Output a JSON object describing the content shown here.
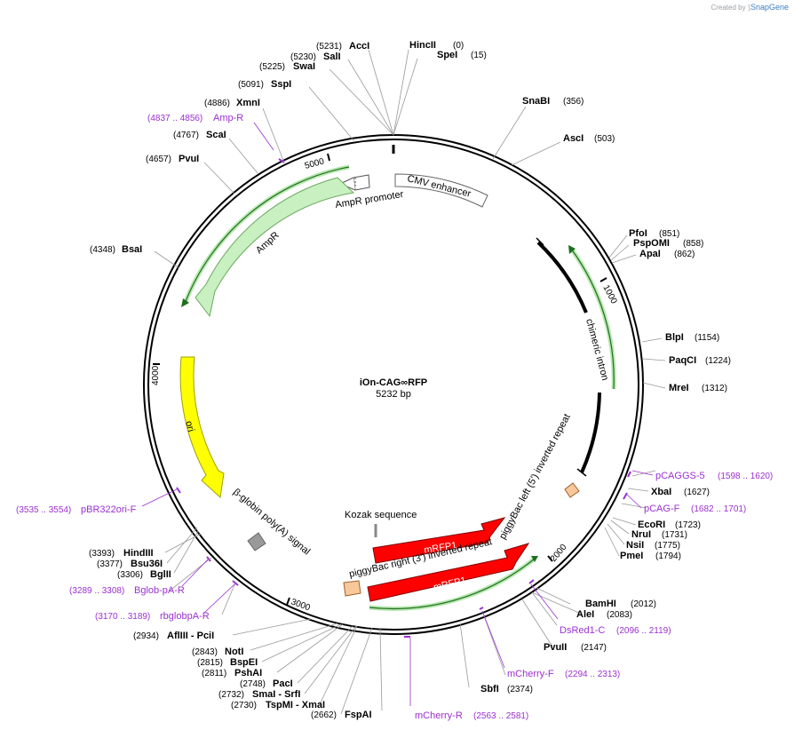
{
  "credit": {
    "created_by": "Created by",
    "brand": "SnapGene"
  },
  "plasmid": {
    "name": "iOn-CAG∞RFP",
    "size": "5232 bp"
  },
  "ticks": [
    "1000",
    "2000",
    "3000",
    "4000",
    "5000"
  ],
  "sites_right": [
    {
      "name": "HincII",
      "pos": "(0)"
    },
    {
      "name": "SpeI",
      "pos": "(15)"
    },
    {
      "name": "SnaBI",
      "pos": "(356)"
    },
    {
      "name": "AscI",
      "pos": "(503)"
    },
    {
      "name": "PfoI",
      "pos": "(851)"
    },
    {
      "name": "PspOMI",
      "pos": "(858)"
    },
    {
      "name": "ApaI",
      "pos": "(862)"
    },
    {
      "name": "BlpI",
      "pos": "(1154)"
    },
    {
      "name": "PaqCI",
      "pos": "(1224)"
    },
    {
      "name": "MreI",
      "pos": "(1312)"
    },
    {
      "name": "XbaI",
      "pos": "(1627)"
    },
    {
      "name": "EcoRI",
      "pos": "(1723)"
    },
    {
      "name": "NruI",
      "pos": "(1731)"
    },
    {
      "name": "NsiI",
      "pos": "(1775)"
    },
    {
      "name": "PmeI",
      "pos": "(1794)"
    },
    {
      "name": "BamHI",
      "pos": "(2012)"
    },
    {
      "name": "AleI",
      "pos": "(2083)"
    },
    {
      "name": "PvuII",
      "pos": "(2147)"
    },
    {
      "name": "SbfI",
      "pos": "(2374)"
    }
  ],
  "sites_left": [
    {
      "name": "AccI",
      "pos": "(5231)"
    },
    {
      "name": "SalI",
      "pos": "(5230)"
    },
    {
      "name": "SwaI",
      "pos": "(5225)"
    },
    {
      "name": "SspI",
      "pos": "(5091)"
    },
    {
      "name": "XmnI",
      "pos": "(4886)"
    },
    {
      "name": "ScaI",
      "pos": "(4767)"
    },
    {
      "name": "PvuI",
      "pos": "(4657)"
    },
    {
      "name": "BsaI",
      "pos": "(4348)"
    },
    {
      "name": "HindIII",
      "pos": "(3393)"
    },
    {
      "name": "Bsu36I",
      "pos": "(3377)"
    },
    {
      "name": "BglII",
      "pos": "(3306)"
    },
    {
      "name": "AflIII - PciI",
      "pos": "(2934)"
    },
    {
      "name": "NotI",
      "pos": "(2843)"
    },
    {
      "name": "BspEI",
      "pos": "(2815)"
    },
    {
      "name": "PshAI",
      "pos": "(2811)"
    },
    {
      "name": "PacI",
      "pos": "(2748)"
    },
    {
      "name": "SmaI - SrfI",
      "pos": "(2732)"
    },
    {
      "name": "TspMI - XmaI",
      "pos": "(2730)"
    },
    {
      "name": "FspAI",
      "pos": "(2662)"
    }
  ],
  "primers": [
    {
      "name": "Amp-R",
      "range": "(4837 .. 4856)"
    },
    {
      "name": "pCAGGS-5",
      "range": "(1598 .. 1620)"
    },
    {
      "name": "pCAG-F",
      "range": "(1682 .. 1701)"
    },
    {
      "name": "DsRed1-C",
      "range": "(2096 .. 2119)"
    },
    {
      "name": "mCherry-F",
      "range": "(2294 .. 2313)"
    },
    {
      "name": "mCherry-R",
      "range": "(2563 .. 2581)"
    },
    {
      "name": "pBR322ori-F",
      "range": "(3535 .. 3554)"
    },
    {
      "name": "Bglob-pA-R",
      "range": "(3289 .. 3308)"
    },
    {
      "name": "rbglobpA-R",
      "range": "(3170 .. 3189)"
    }
  ],
  "features": {
    "cmv": "CMV enhancer",
    "ampr_promoter": "AmpR promoter",
    "ampr": "AmpR",
    "chimeric_intron": "chimeric intron",
    "ori": "ori",
    "beta_globin": "β-globin poly(A) signal",
    "kozak": "Kozak sequence",
    "itr5": "piggyBac left (5') inverted repeat",
    "itr3": "piggyBac right (3') inverted repeat",
    "mrfp1_a": "mRFP1",
    "mrfp1_b": "mRFP1"
  },
  "colors": {
    "primer": "#9b30d0",
    "orf_green_fill": "#c8f0c0",
    "ori_yellow": "#ffff00",
    "mrfp_red": "#ff0000",
    "itr_orange": "#f8c89a",
    "polya_gray": "#999999"
  }
}
